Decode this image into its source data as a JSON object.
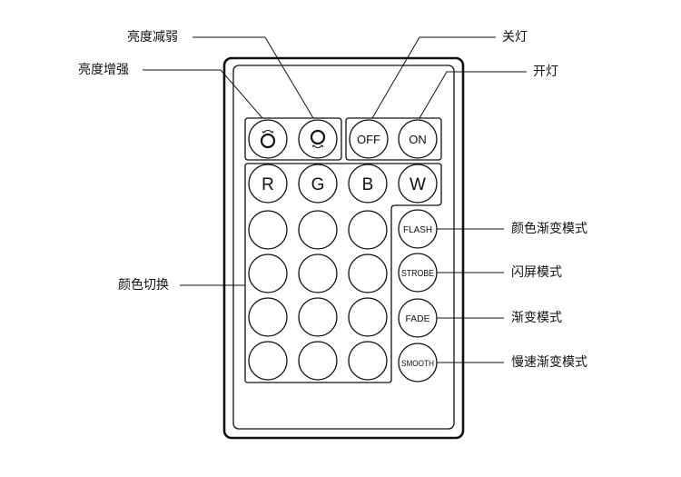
{
  "labels": {
    "brightness_down": "亮度减弱",
    "brightness_up": "亮度增强",
    "off_light": "关灯",
    "on_light": "开灯",
    "color_switch": "颜色切换",
    "color_gradient_mode": "颜色渐变模式",
    "flash_mode": "闪屏模式",
    "fade_mode": "渐变模式",
    "slow_fade_mode": "慢速渐变模式"
  },
  "buttons": {
    "off": "OFF",
    "on": "ON",
    "r": "R",
    "g": "G",
    "b": "B",
    "w": "W",
    "flash": "FLASH",
    "strobe": "STROBE",
    "fade": "FADE",
    "smooth": "SMOOTH"
  },
  "colors": {
    "stroke": "#111111",
    "background": "#ffffff"
  }
}
